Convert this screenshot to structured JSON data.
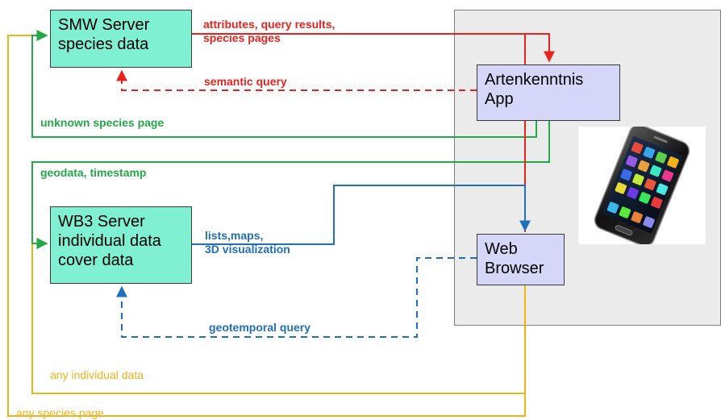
{
  "nodes": {
    "smw_server": {
      "lines": [
        "SMW Server",
        "species data"
      ]
    },
    "wb3_server": {
      "lines": [
        "WB3 Server",
        "individual data",
        "cover data"
      ]
    },
    "app": {
      "lines": [
        "Artenkenntnis",
        "App"
      ]
    },
    "browser": {
      "lines": [
        "Web",
        "Browser"
      ]
    }
  },
  "labels": {
    "attributes": [
      "attributes, query results,",
      "species pages"
    ],
    "semantic_query": "semantic query",
    "unknown_species_page": "unknown species page",
    "geodata_timestamp": "geodata, timestamp",
    "lists_maps": [
      "lists,maps,",
      "3D visualization"
    ],
    "geotemporal_query": "geotemporal query",
    "any_individual_data": "any individual data",
    "any_species_page": "any species page"
  },
  "colors": {
    "red": "#e8231e",
    "green": "#23a84a",
    "blue": "#1f6fbd",
    "gold": "#f2b21a",
    "server_fill": "#80f0d2",
    "client_fill": "#d6d6f8",
    "panel_fill": "#ebebeb"
  },
  "image": {
    "depicts": "smartphone-icon"
  }
}
